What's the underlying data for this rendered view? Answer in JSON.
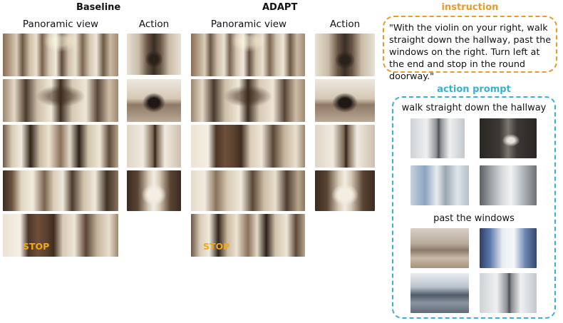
{
  "baseline": {
    "title": "Baseline",
    "panoramic_header": "Panoramic view",
    "action_header": "Action",
    "stop_label": "STOP"
  },
  "adapt": {
    "title": "ADAPT",
    "panoramic_header": "Panoramic view",
    "action_header": "Action",
    "stop_label": "STOP"
  },
  "instruction": {
    "title": "instruction",
    "text": "\"With the violin on your right, walk straight down the hallway, past the windows on the right.  Turn left at the end and stop in the round doorway.\""
  },
  "action_prompt": {
    "title": "action prompt",
    "phrases": [
      "walk straight down the hallway",
      "past the windows"
    ]
  },
  "colors": {
    "instruction_accent": "#e89a2a",
    "action_prompt_accent": "#3ab0cf",
    "stop_color": "#f0a818"
  }
}
